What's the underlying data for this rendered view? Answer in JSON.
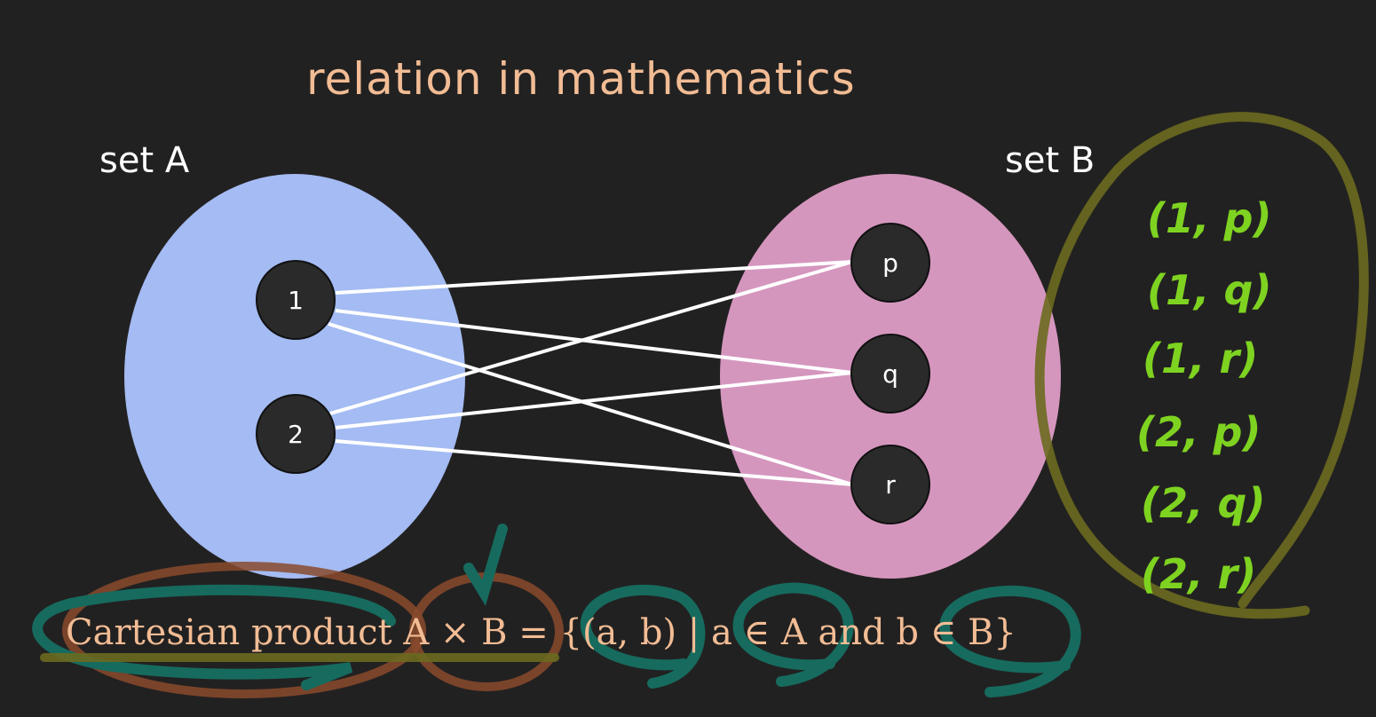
{
  "title": "relation in mathematics",
  "set_a": {
    "label": "set A",
    "elements": [
      "1",
      "2"
    ]
  },
  "set_b": {
    "label": "set B",
    "elements": [
      "p",
      "q",
      "r"
    ]
  },
  "relations": [
    [
      "1",
      "p"
    ],
    [
      "1",
      "q"
    ],
    [
      "1",
      "r"
    ],
    [
      "2",
      "p"
    ],
    [
      "2",
      "q"
    ],
    [
      "2",
      "r"
    ]
  ],
  "annotation_pairs": [
    "(1, p)",
    "(1, q)",
    "(1, r)",
    "(2, p)",
    "(2, q)",
    "(2, r)"
  ],
  "formula": "Cartesian product A × B = {(a, b) | a ∈ A and b ∈ B}",
  "colors": {
    "background": "#222121",
    "title": "#f2bc94",
    "set_a_fill": "#a4bbf3",
    "set_b_fill": "#d596be",
    "node_fill": "#2a2a2a",
    "link": "#ffffff",
    "annotation_green": "#7ed321",
    "annotation_olive": "#6b6a1f",
    "annotation_teal": "#166b5e",
    "annotation_brown": "#8a4a2c"
  }
}
